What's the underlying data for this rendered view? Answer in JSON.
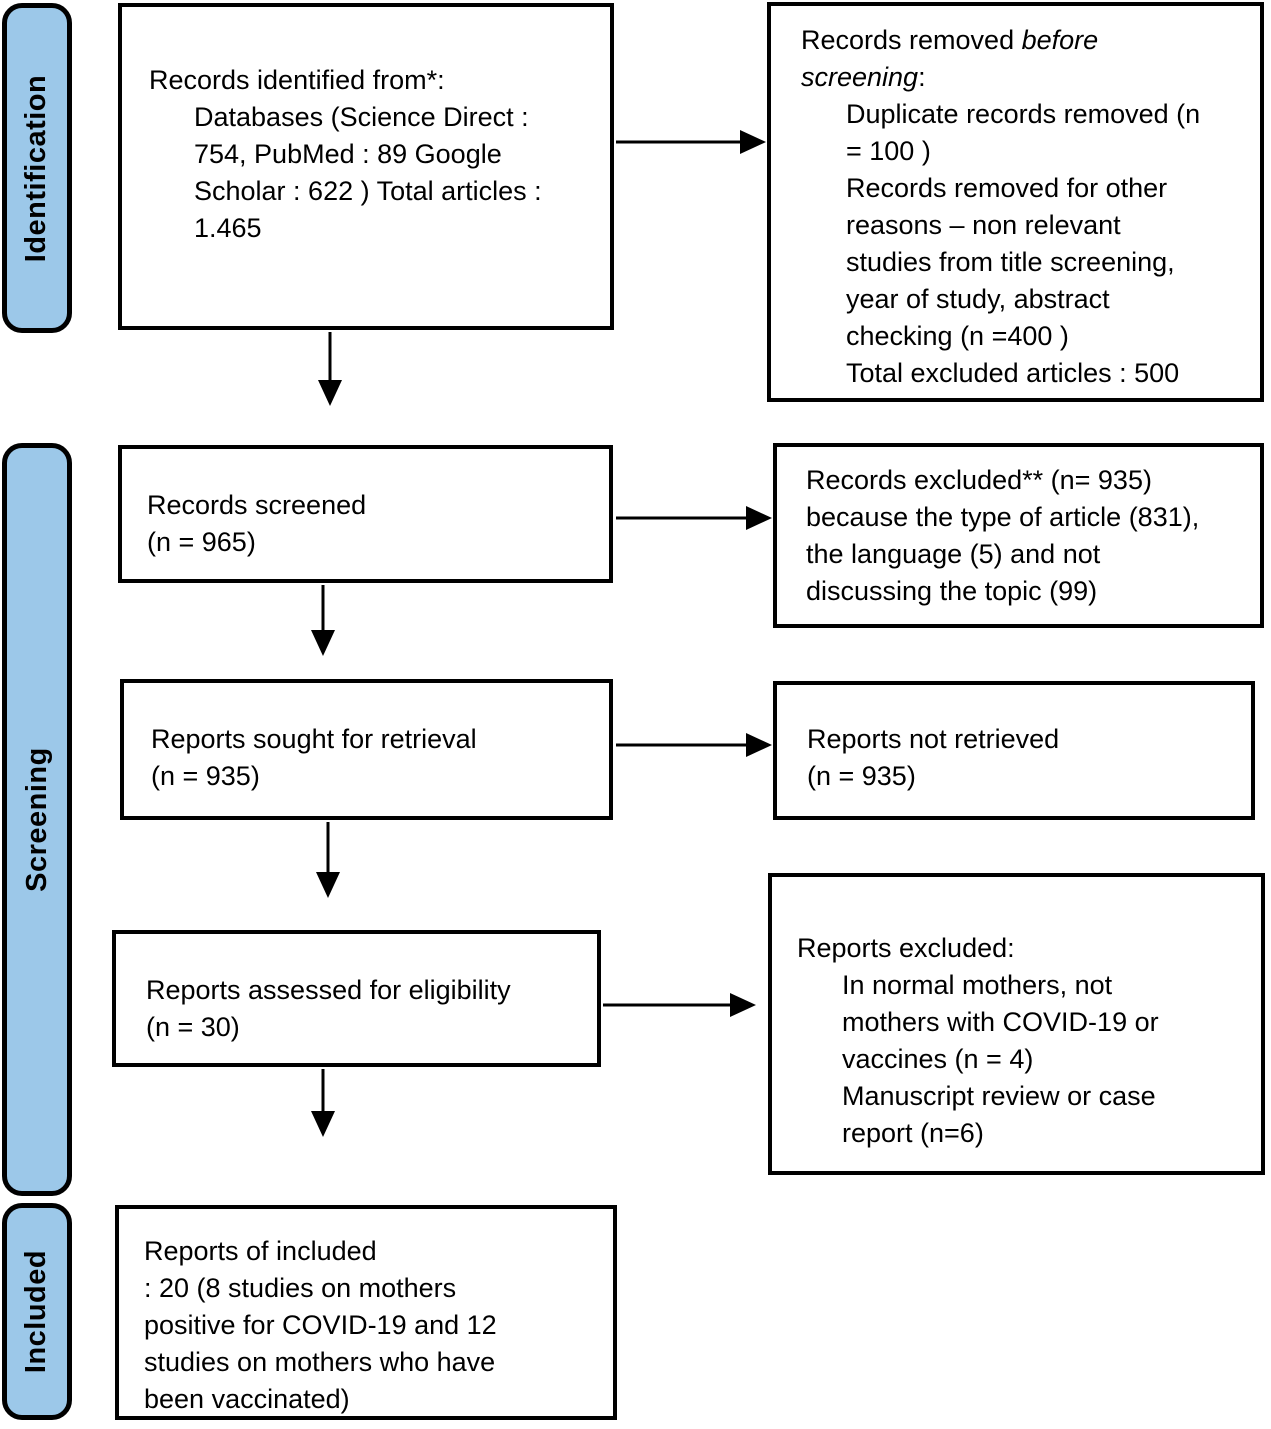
{
  "colors": {
    "stage_fill": "#9cc8e9",
    "stage_border": "#000000",
    "box_border": "#000000",
    "text": "#000000"
  },
  "stages": {
    "identification": "Identification",
    "screening": "Screening",
    "included": "Included"
  },
  "boxes": {
    "records_identified": {
      "lines": [
        "Records identified from*:",
        "Databases (Science Direct :",
        "754, PubMed : 89 Google",
        "Scholar : 622 ) Total articles :",
        "1.465"
      ]
    },
    "records_removed": {
      "title_1a": "Records removed ",
      "title_1b": "before",
      "title_2a": "screening",
      "title_2b": ":",
      "lines": [
        "Duplicate records removed (n",
        "= 100 )",
        "Records removed for other",
        "reasons – non relevant",
        "studies from title screening,",
        "year of study, abstract",
        "checking (n =400 )",
        "Total excluded articles : 500"
      ]
    },
    "records_screened": {
      "lines": [
        "Records screened",
        "(n = 965)"
      ]
    },
    "records_excluded": {
      "lines": [
        "Records excluded** (n= 935)",
        "because the type of article (831),",
        "the language (5) and not",
        "discussing the topic (99)"
      ]
    },
    "reports_sought": {
      "lines": [
        "Reports sought for retrieval",
        "(n = 935)"
      ]
    },
    "reports_not_retrieved": {
      "lines": [
        "Reports not retrieved",
        "(n = 935)"
      ]
    },
    "reports_assessed": {
      "lines": [
        "Reports assessed for eligibility",
        "(n = 30)"
      ]
    },
    "reports_excluded": {
      "title": "Reports excluded:",
      "lines": [
        "In normal mothers, not",
        "mothers with COVID-19 or",
        "vaccines (n = 4)",
        "Manuscript review or case",
        "report (n=6)"
      ]
    },
    "reports_included": {
      "lines": [
        "Reports of included",
        ": 20 (8 studies on mothers",
        "positive for COVID-19 and 12",
        "studies on mothers who have",
        "been vaccinated)"
      ]
    }
  }
}
